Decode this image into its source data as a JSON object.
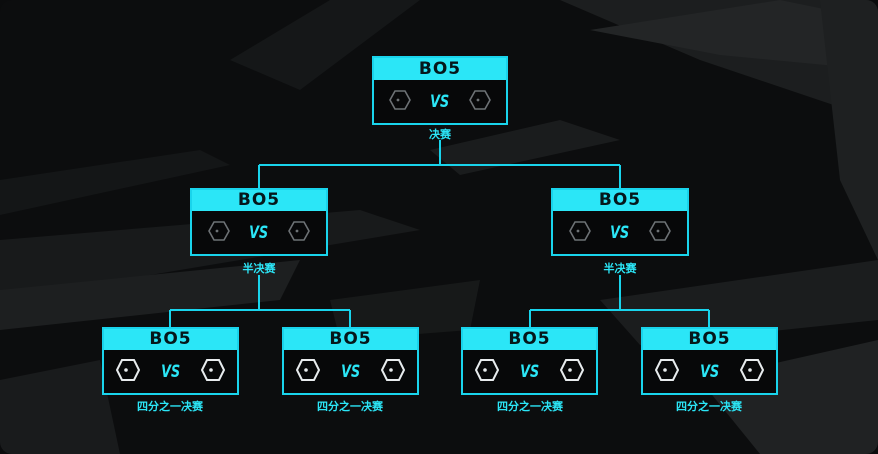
{
  "bracket": {
    "final": {
      "format": "BO5",
      "vs": "VS",
      "label": "决赛"
    },
    "semifinals": [
      {
        "format": "BO5",
        "vs": "VS",
        "label": "半决赛"
      },
      {
        "format": "BO5",
        "vs": "VS",
        "label": "半决赛"
      }
    ],
    "quarterfinals": [
      {
        "format": "BO5",
        "vs": "VS",
        "label": "四分之一决赛"
      },
      {
        "format": "BO5",
        "vs": "VS",
        "label": "四分之一决赛"
      },
      {
        "format": "BO5",
        "vs": "VS",
        "label": "四分之一决赛"
      },
      {
        "format": "BO5",
        "vs": "VS",
        "label": "四分之一决赛"
      }
    ]
  },
  "colors": {
    "accent": "#2be6f7",
    "box_border": "#19d4ec",
    "background": "#0c0d0e",
    "hex_dim": "#6d7275",
    "hex_bright": "#e8ecee"
  },
  "icons": {
    "team_slot": "team-hexagon-icon"
  }
}
